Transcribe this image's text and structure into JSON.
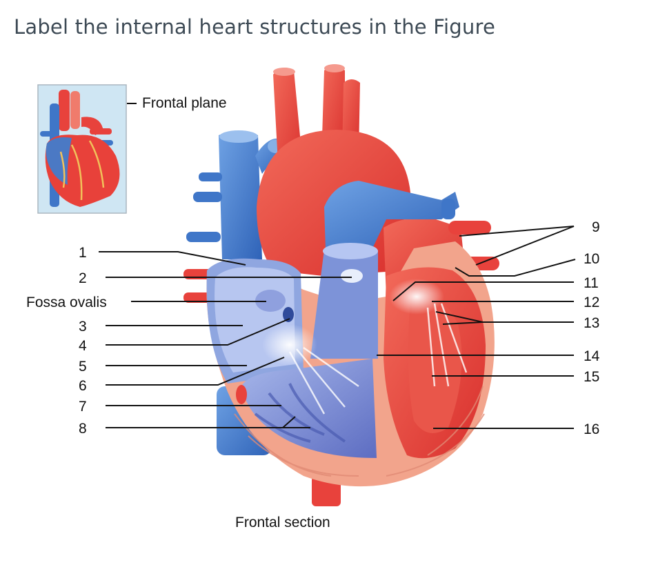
{
  "page": {
    "title": "Label the internal heart structures in the Figure"
  },
  "figure": {
    "inset_label": "Frontal plane",
    "caption": "Frontal section",
    "fossa_label": "Fossa ovalis",
    "left_labels": [
      "1",
      "2",
      "3",
      "4",
      "5",
      "6",
      "7",
      "8"
    ],
    "right_labels": [
      "9",
      "10",
      "11",
      "12",
      "13",
      "14",
      "15",
      "16"
    ],
    "colors": {
      "oxygenated": "#e8423c",
      "deoxygenated": "#3f76c8",
      "myocardium": "#f2a48c",
      "inset_background": "#cfe6f3"
    }
  }
}
